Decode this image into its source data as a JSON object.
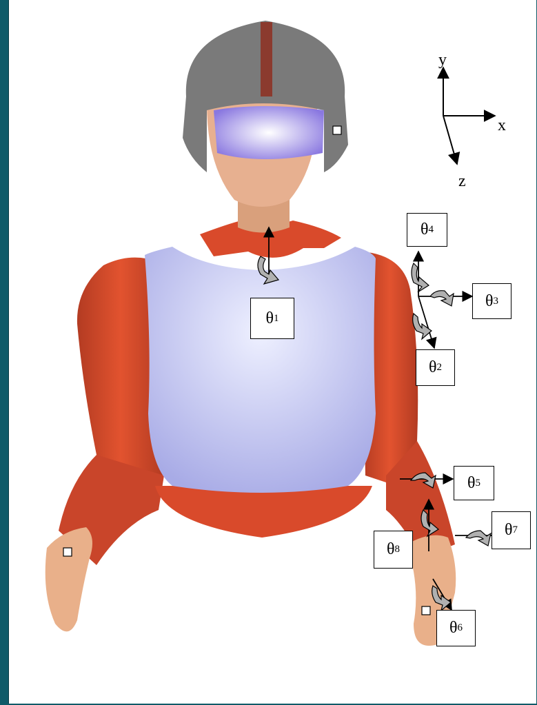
{
  "axes": {
    "x": "x",
    "y": "y",
    "z": "z"
  },
  "joint_symbol": "θ",
  "joints": [
    {
      "id": "1",
      "subscript": "1"
    },
    {
      "id": "2",
      "subscript": "2"
    },
    {
      "id": "3",
      "subscript": "3"
    },
    {
      "id": "4",
      "subscript": "4"
    },
    {
      "id": "5",
      "subscript": "5"
    },
    {
      "id": "6",
      "subscript": "6"
    },
    {
      "id": "7",
      "subscript": "7"
    },
    {
      "id": "8",
      "subscript": "8"
    }
  ],
  "colors": {
    "frame": "#0f5a68",
    "suit": "#d94a2b",
    "vest": "#c9cbf2",
    "skin": "#e9b08a",
    "helmet": "#7a7a7a",
    "visor": "#d8c4ff",
    "rotation_arrow": "#b0b0b0"
  }
}
